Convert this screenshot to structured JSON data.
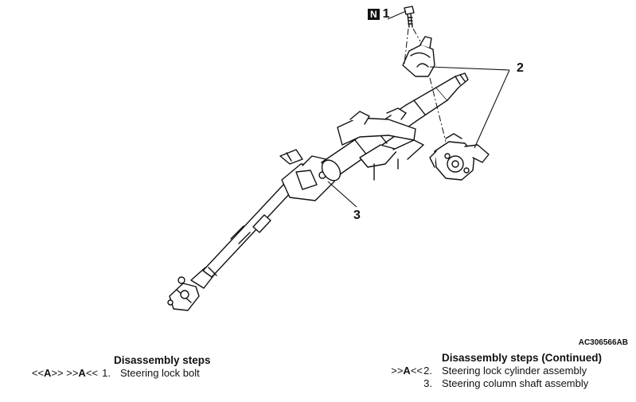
{
  "callouts": {
    "n_badge": "N",
    "c1": "1",
    "c2": "2",
    "c3": "3"
  },
  "figure_code": "AC306566AB",
  "left_steps": {
    "heading": "Disassembly steps",
    "items": [
      {
        "marker_prefix": "<<",
        "marker_a1": "A",
        "marker_mid": ">> >>",
        "marker_a2": "A",
        "marker_suffix": "<<",
        "number": "1.",
        "text": "Steering lock bolt"
      }
    ]
  },
  "right_steps": {
    "heading": "Disassembly steps (Continued)",
    "items": [
      {
        "marker_prefix": ">>",
        "marker_a": "A",
        "marker_suffix": "<<",
        "number": "2.",
        "text": "Steering lock cylinder assembly"
      },
      {
        "number": "3.",
        "text": "Steering column shaft assembly"
      }
    ]
  }
}
